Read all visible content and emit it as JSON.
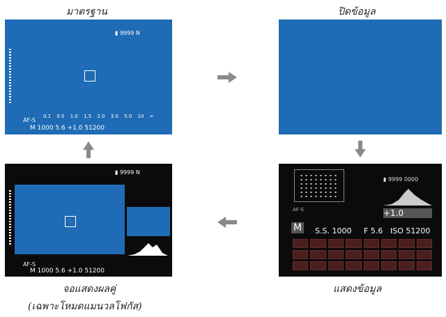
{
  "captions": {
    "standard": "มาตรฐาน",
    "info_off": "ปิดข้อมูล",
    "dual_line1": "จอแสดงผลคู่",
    "dual_line2": "(เฉพาะโหมดแมนวลโฟกัส)",
    "info_display": "แสดงข้อมูล"
  },
  "standard_overlay": {
    "frames": "9999",
    "quality": "N",
    "af_mode": "AF-S",
    "distance_scale": "0.1 0.5 1.0 1.5 2.0 3.0 5.0 10 ∞",
    "mode": "M",
    "shutter": "1000",
    "aperture": "5.6",
    "exposure_comp": "+1.0",
    "iso": "51200"
  },
  "info_display": {
    "frames": "9999",
    "counter": "0000",
    "af_mode": "AF-S",
    "exposure_comp": "+1.0",
    "mode": "M",
    "shutter_label": "S.S.",
    "shutter": "1000",
    "aperture_label": "F",
    "aperture": "5.6",
    "iso_label": "ISO",
    "iso": "51200"
  },
  "colors": {
    "screen_blue": "#1f6bb5",
    "arrow_gray": "#8a8a8a"
  },
  "icons": [
    "arrow-right-icon",
    "arrow-down-icon",
    "arrow-left-icon",
    "arrow-up-icon"
  ]
}
